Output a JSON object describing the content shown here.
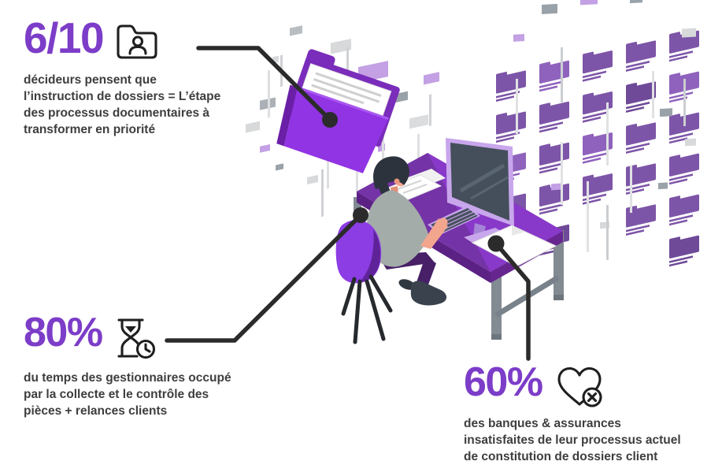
{
  "colors": {
    "accent_purple": "#7c3dc8",
    "text_dark": "#3e3e3e",
    "connector_black": "#2b2b2b",
    "folder_purple": "#9134e4",
    "desk_purple": "#8939c9",
    "chair_purple": "#8c3de4",
    "wall_folder_purple": "#7d55a8",
    "monitor_lavender": "#c8a6ec"
  },
  "stats": [
    {
      "id": "decideurs",
      "value": "6/10",
      "icon": "folder-user-icon",
      "lines": [
        "décideurs pensent que",
        "l’instruction de dossiers = L’étape",
        "des processus documentaires à",
        "transformer en priorité"
      ]
    },
    {
      "id": "temps-gestionnaires",
      "value": "80%",
      "icon": "hourglass-clock-icon",
      "lines": [
        "du temps des gestionnaires occupé",
        "par la collecte et le contrôle des",
        "pièces + relances clients"
      ]
    },
    {
      "id": "banques-assurances",
      "value": "60%",
      "icon": "heart-dissatisfied-icon",
      "lines": [
        "des banques & assurances",
        "insatisfaites de leur processus actuel",
        "de constitution de dossiers client"
      ]
    }
  ],
  "illustration": {
    "description": "Isometric worker at a purple desk with monitor, keyboard and papers, surrounded by walls of document folders and a large open folder",
    "elements": [
      "document-wall-left",
      "document-wall-right",
      "open-folder",
      "desk",
      "monitor",
      "keyboard",
      "papers",
      "worker",
      "office-chair"
    ]
  },
  "connectors": [
    {
      "from": "stat-decideurs",
      "to": "open-folder"
    },
    {
      "from": "stat-temps-gestionnaires",
      "to": "office-chair"
    },
    {
      "from": "stat-banques-assurances",
      "to": "desk-papers"
    }
  ]
}
